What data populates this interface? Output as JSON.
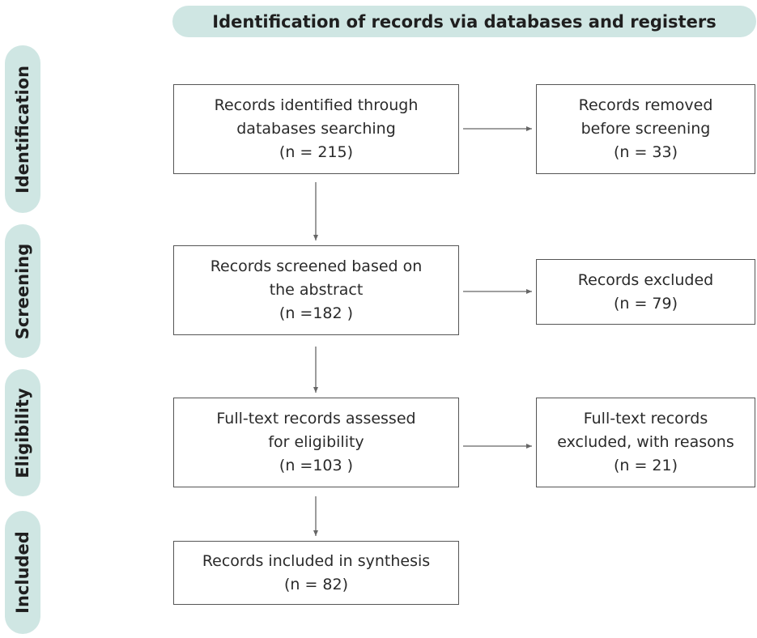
{
  "header": {
    "title": "Identification of records via databases and registers"
  },
  "stages": {
    "identification": "Identification",
    "screening": "Screening",
    "eligibility": "Eligibility",
    "included": "Included"
  },
  "boxes": {
    "identified": {
      "line1": "Records identified through",
      "line2": "databases searching",
      "count": "(n = 215)"
    },
    "removed": {
      "line1": "Records removed",
      "line2": "before screening",
      "count": "(n = 33)"
    },
    "screened": {
      "line1": "Records screened based on",
      "line2": "the abstract",
      "count": "(n =182 )"
    },
    "excluded": {
      "line1": "Records excluded",
      "count": "(n = 79)"
    },
    "fulltext": {
      "line1": "Full-text records assessed",
      "line2": "for eligibility",
      "count": "(n =103 )"
    },
    "fulltext_excluded": {
      "line1": "Full-text records",
      "line2": "excluded, with reasons",
      "count": "(n = 21)"
    },
    "included": {
      "line1": "Records included in synthesis",
      "count": "(n = 82)"
    }
  },
  "colors": {
    "stage_fill": "#cfe6e3",
    "box_border": "#555555",
    "arrow": "#666666"
  }
}
